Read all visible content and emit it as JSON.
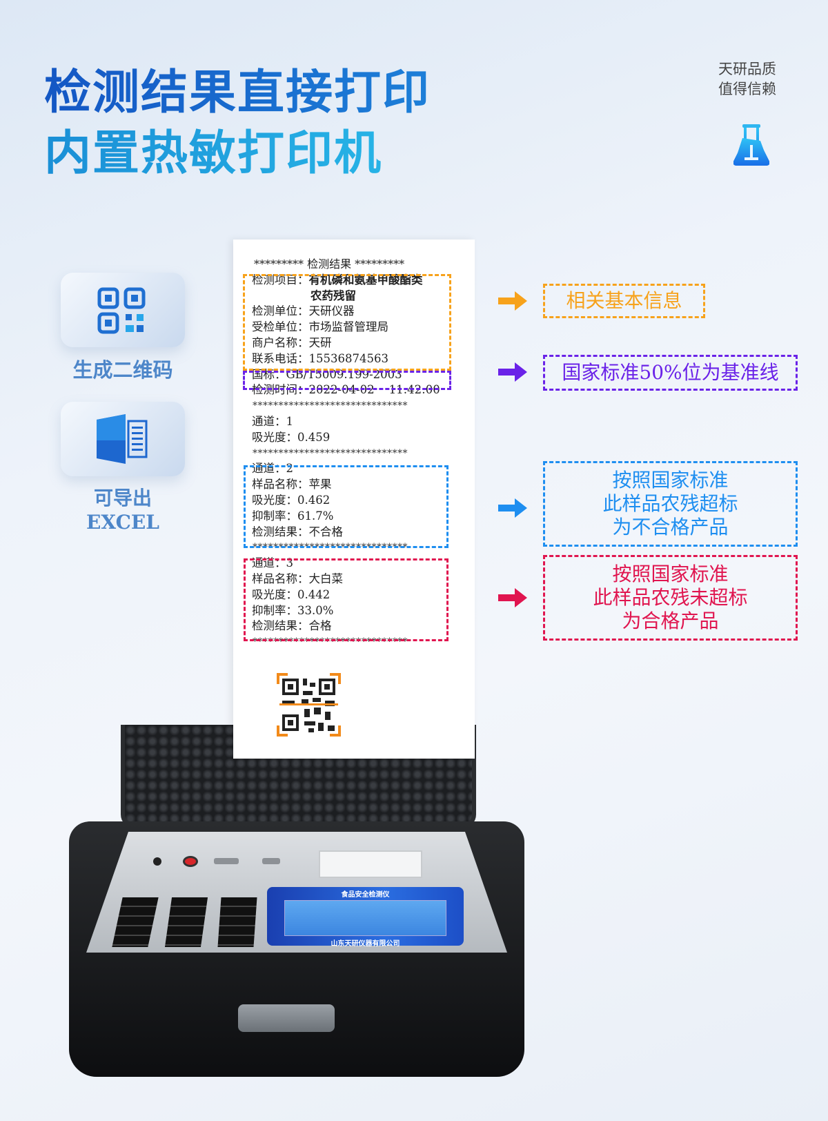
{
  "headline": {
    "line1": "检测结果直接打印",
    "line2": "内置热敏打印机"
  },
  "slogan": {
    "line1": "天研品质",
    "line2": "值得信赖",
    "icon": "flask-icon"
  },
  "features": [
    {
      "label": "生成二维码",
      "icon": "qr-code-icon"
    },
    {
      "label": "可导出EXCEL",
      "icon": "excel-icon"
    }
  ],
  "receipt": {
    "header": "********* 检测结果 *********",
    "stars": "******************************",
    "project_label": "检测项目：",
    "project_value": "有机磷和氨基甲酸酯类",
    "project_value2": "农药残留",
    "unit": "检测单位：天研仪器",
    "inspected": "受检单位：市场监督管理局",
    "merchant": "商户名称：天研",
    "phone": "联系电话：15536874563",
    "standard": "国标：GB/T5009.199-2003",
    "time": "检测时间：2022-04-02    11:42:00",
    "ch1": {
      "channel": "通道：1",
      "absorbance": "吸光度：0.459"
    },
    "ch2": {
      "channel": "通道：2",
      "sample": "样品名称：苹果",
      "absorbance": "吸光度：0.462",
      "inhibition": "抑制率：61.7%",
      "result": "检测结果：不合格"
    },
    "ch3": {
      "channel": "通道：3",
      "sample": "样品名称：大白菜",
      "absorbance": "吸光度：0.442",
      "inhibition": "抑制率：33.0%",
      "result": "检测结果：合格"
    }
  },
  "annotations": [
    {
      "lines": [
        "相关基本信息"
      ],
      "color": "#f7a21b"
    },
    {
      "lines": [
        "国家标准50%位为基准线"
      ],
      "color": "#6a22e8"
    },
    {
      "lines": [
        "按照国家标准",
        "此样品农残超标",
        "为不合格产品"
      ],
      "color": "#1e8ef0"
    },
    {
      "lines": [
        "按照国家标准",
        "此样品农残未超标",
        "为合格产品"
      ],
      "color": "#e0154f"
    }
  ],
  "device": {
    "screen_title": "食品安全检测仪",
    "screen_company": "山东天研仪器有限公司"
  }
}
